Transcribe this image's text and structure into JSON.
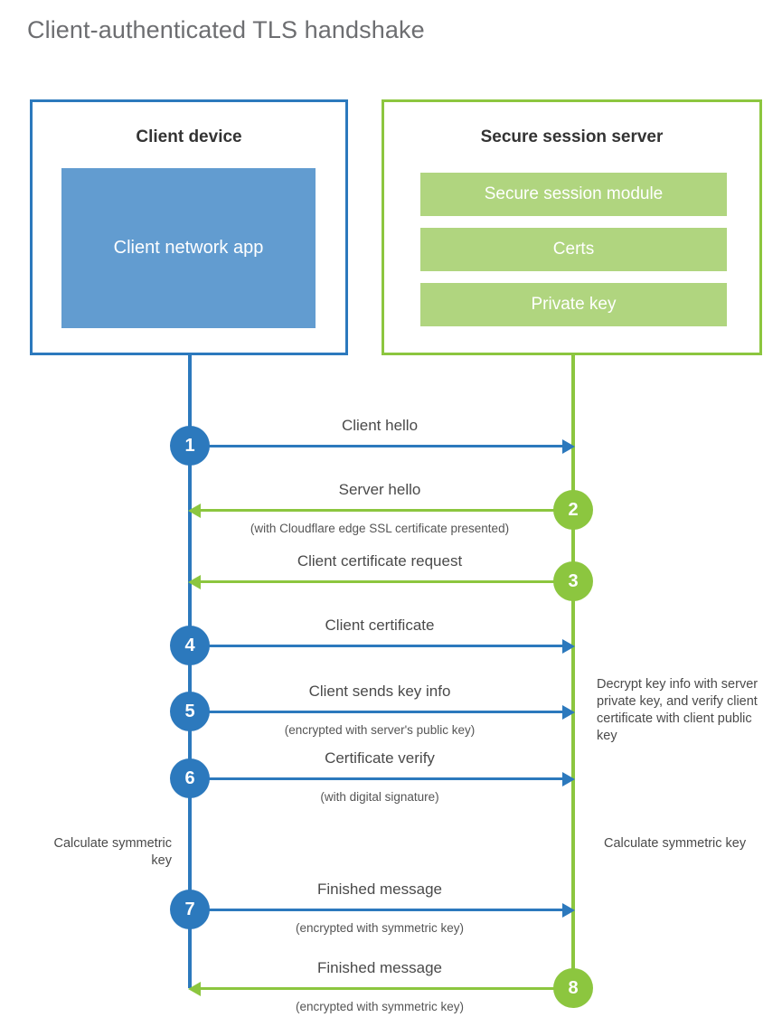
{
  "title": "Client-authenticated TLS handshake",
  "colors": {
    "client_blue": "#2c79bd",
    "client_app_blue": "#629cd0",
    "server_green": "#8cc63f",
    "server_bar_green": "#b0d57f",
    "title_gray": "#6d6e71",
    "text_gray": "#4a4a4a"
  },
  "client": {
    "title": "Client device",
    "app_label": "Client network app"
  },
  "server": {
    "title": "Secure session server",
    "bars": [
      {
        "label": "Secure session module"
      },
      {
        "label": "Certs"
      },
      {
        "label": "Private key"
      }
    ]
  },
  "steps": [
    {
      "number": "1",
      "label": "Client hello",
      "sublabel": "",
      "direction": "client-to-server",
      "side": "client"
    },
    {
      "number": "2",
      "label": "Server hello",
      "sublabel": "(with Cloudflare edge SSL certificate presented)",
      "direction": "server-to-client",
      "side": "server"
    },
    {
      "number": "3",
      "label": "Client certificate request",
      "sublabel": "",
      "direction": "server-to-client",
      "side": "server"
    },
    {
      "number": "4",
      "label": "Client certificate",
      "sublabel": "",
      "direction": "client-to-server",
      "side": "client"
    },
    {
      "number": "5",
      "label": "Client sends key info",
      "sublabel": "(encrypted with server's public key)",
      "direction": "client-to-server",
      "side": "client"
    },
    {
      "number": "6",
      "label": "Certificate verify",
      "sublabel": "(with digital signature)",
      "direction": "client-to-server",
      "side": "client"
    },
    {
      "number": "7",
      "label": "Finished message",
      "sublabel": "(encrypted with symmetric key)",
      "direction": "client-to-server",
      "side": "client"
    },
    {
      "number": "8",
      "label": "Finished message",
      "sublabel": "(encrypted with symmetric key)",
      "direction": "server-to-client",
      "side": "server"
    }
  ],
  "notes": {
    "server_decrypt": "Decrypt key info with server private key, and verify client certificate with client public key",
    "client_calculate": "Calculate symmetric key",
    "server_calculate": "Calculate symmetric key"
  }
}
